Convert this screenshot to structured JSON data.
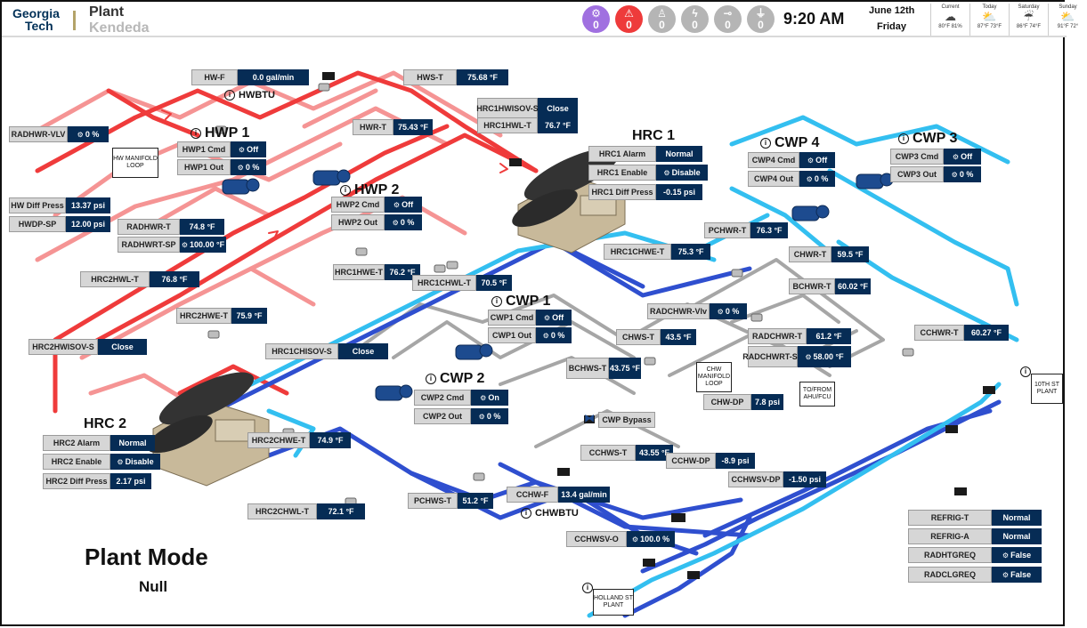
{
  "header": {
    "logo_line1": "Georgia",
    "logo_line2": "Tech",
    "title": "Plant",
    "subtitle": "Kendeda",
    "badges": [
      {
        "icon": "gear-icon",
        "glyph": "⚙",
        "count": "0",
        "color": "#a070e0"
      },
      {
        "icon": "alarm-icon",
        "glyph": "⚠",
        "count": "0",
        "color": "#ee3b3b"
      },
      {
        "icon": "user-icon",
        "glyph": "♙",
        "count": "0",
        "color": "#b5b5b5"
      },
      {
        "icon": "lightning-icon",
        "glyph": "ϟ",
        "count": "0",
        "color": "#b5b5b5"
      },
      {
        "icon": "plug-icon",
        "glyph": "⊸",
        "count": "0",
        "color": "#b5b5b5"
      },
      {
        "icon": "filter-icon",
        "glyph": "⏚",
        "count": "0",
        "color": "#b5b5b5"
      }
    ],
    "time": "9:20 AM",
    "date": "June 12th",
    "day": "Friday",
    "weather": [
      {
        "label": "Current",
        "icon": "cloud-icon",
        "glyph": "☁",
        "temps": "80°F  81%"
      },
      {
        "label": "Today",
        "icon": "partly-cloudy-icon",
        "glyph": "⛅",
        "temps": "87°F  73°F"
      },
      {
        "label": "Saturday",
        "icon": "rain-cloud-icon",
        "glyph": "☔",
        "temps": "86°F  74°F"
      },
      {
        "label": "Sunday",
        "icon": "partly-cloudy-icon",
        "glyph": "⛅",
        "temps": "91°F  72°"
      }
    ]
  },
  "colors": {
    "hot_supply": "#ef3b3b",
    "hot_return": "#f59494",
    "chw_supply": "#2f4fcf",
    "chw_return": "#33bff0",
    "condenser": "#a6a6a6",
    "value_bg": "#062c55"
  },
  "equipment": {
    "hrc1": "HRC 1",
    "hrc2": "HRC 2",
    "hwp1": "HWP 1",
    "hwp2": "HWP 2",
    "cwp1": "CWP 1",
    "cwp2": "CWP 2",
    "cwp3": "CWP 3",
    "cwp4": "CWP 4",
    "hwbtu": "HWBTU",
    "chwbtu": "CHWBTU"
  },
  "notes": {
    "hw_manifold": "HW MANIFOLD LOOP",
    "chw_manifold": "CHW MANIFOLD LOOP",
    "to_from": "TO/FROM AHU/FCU",
    "tenth_st": "10TH ST PLANT",
    "holland_st": "HOLLAND ST PLANT"
  },
  "points": {
    "hw_f": {
      "label": "HW-F",
      "value": "0.0 gal/min"
    },
    "hws_t": {
      "label": "HWS-T",
      "value": "75.68 °F"
    },
    "hrc1hwisov": {
      "label": "HRC1HWISOV-S",
      "value": "Close"
    },
    "hrc1hwl_t": {
      "label": "HRC1HWL-T",
      "value": "76.7 °F"
    },
    "radhwr_vlv": {
      "label": "RADHWR-VLV",
      "value": "0 %"
    },
    "hwr_t": {
      "label": "HWR-T",
      "value": "75.43 °F"
    },
    "hwp1_cmd": {
      "label": "HWP1 Cmd",
      "value": "Off"
    },
    "hwp1_out": {
      "label": "HWP1 Out",
      "value": "0 %"
    },
    "hwp2_cmd": {
      "label": "HWP2 Cmd",
      "value": "Off"
    },
    "hwp2_out": {
      "label": "HWP2 Out",
      "value": "0 %"
    },
    "hw_diff": {
      "label": "HW Diff Press",
      "value": "13.37 psi"
    },
    "hwdp_sp": {
      "label": "HWDP-SP",
      "value": "12.00 psi"
    },
    "radhwr_t": {
      "label": "RADHWR-T",
      "value": "74.8 °F"
    },
    "radhwrt_sp": {
      "label": "RADHWRT-SP",
      "value": "100.00 °F"
    },
    "hrc1_alarm": {
      "label": "HRC1 Alarm",
      "value": "Normal"
    },
    "hrc1_enable": {
      "label": "HRC1 Enable",
      "value": "Disable"
    },
    "hrc1_diff": {
      "label": "HRC1 Diff Press",
      "value": "-0.15 psi"
    },
    "cwp4_cmd": {
      "label": "CWP4 Cmd",
      "value": "Off"
    },
    "cwp4_out": {
      "label": "CWP4 Out",
      "value": "0 %"
    },
    "cwp3_cmd": {
      "label": "CWP3 Cmd",
      "value": "Off"
    },
    "cwp3_out": {
      "label": "CWP3 Out",
      "value": "0 %"
    },
    "pchwr_t": {
      "label": "PCHWR-T",
      "value": "76.3 °F"
    },
    "hrc1chwe_t": {
      "label": "HRC1CHWE-T",
      "value": "75.3 °F"
    },
    "chwr_t": {
      "label": "CHWR-T",
      "value": "59.5 °F"
    },
    "bchwr_t": {
      "label": "BCHWR-T",
      "value": "60.02 °F"
    },
    "hrc2hwl_t": {
      "label": "HRC2HWL-T",
      "value": "76.8 °F"
    },
    "hrc1hwe_t": {
      "label": "HRC1HWE-T",
      "value": "76.2 °F"
    },
    "hrc1chwl_t": {
      "label": "HRC1CHWL-T",
      "value": "70.5 °F"
    },
    "cwp1_cmd": {
      "label": "CWP1 Cmd",
      "value": "Off"
    },
    "cwp1_out": {
      "label": "CWP1 Out",
      "value": "0 %"
    },
    "radchwr_vlv": {
      "label": "RADCHWR-Vlv",
      "value": "0 %"
    },
    "hrc2hwe_t": {
      "label": "HRC2HWE-T",
      "value": "75.9 °F"
    },
    "hrc2hwisov": {
      "label": "HRC2HWISOV-S",
      "value": "Close"
    },
    "hrc1chisov": {
      "label": "HRC1CHISOV-S",
      "value": "Close"
    },
    "chws_t": {
      "label": "CHWS-T",
      "value": "43.5 °F"
    },
    "bchws_t": {
      "label": "BCHWS-T",
      "value": "43.75 °F"
    },
    "radchwr_t": {
      "label": "RADCHWR-T",
      "value": "61.2 °F"
    },
    "radchwrt_sp": {
      "label": "RADCHWRT-SP",
      "value": "58.00 °F"
    },
    "cchwr_t": {
      "label": "CCHWR-T",
      "value": "60.27 °F"
    },
    "chw_dp": {
      "label": "CHW-DP",
      "value": "7.8 psi"
    },
    "cwp2_cmd": {
      "label": "CWP2 Cmd",
      "value": "On"
    },
    "cwp2_out": {
      "label": "CWP2 Out",
      "value": "0 %"
    },
    "cwp_bypass": {
      "label": "CWP Bypass"
    },
    "hrc2_alarm": {
      "label": "HRC2 Alarm",
      "value": "Normal"
    },
    "hrc2_enable": {
      "label": "HRC2 Enable",
      "value": "Disable"
    },
    "hrc2_diff": {
      "label": "HRC2 Diff Press",
      "value": "2.17 psi"
    },
    "hrc2chwe_t": {
      "label": "HRC2CHWE-T",
      "value": "74.9 °F"
    },
    "hrc2chwl_t": {
      "label": "HRC2CHWL-T",
      "value": "72.1 °F"
    },
    "pchws_t": {
      "label": "PCHWS-T",
      "value": "51.2 °F"
    },
    "cchws_t": {
      "label": "CCHWS-T",
      "value": "43.55 °F"
    },
    "cchw_dp": {
      "label": "CCHW-DP",
      "value": "-8.9 psi"
    },
    "cchwsv_dp": {
      "label": "CCHWSV-DP",
      "value": "-1.50 psi"
    },
    "cchw_f": {
      "label": "CCHW-F",
      "value": "13.4 gal/min"
    },
    "cchwsv_o": {
      "label": "CCHWSV-O",
      "value": "100.0 %"
    },
    "refrig_t": {
      "label": "REFRIG-T",
      "value": "Normal"
    },
    "refrig_a": {
      "label": "REFRIG-A",
      "value": "Normal"
    },
    "radhtgreq": {
      "label": "RADHTGREQ",
      "value": "False"
    },
    "radclgreq": {
      "label": "RADCLGREQ",
      "value": "False"
    }
  },
  "plant_mode": {
    "title": "Plant Mode",
    "value": "Null"
  }
}
